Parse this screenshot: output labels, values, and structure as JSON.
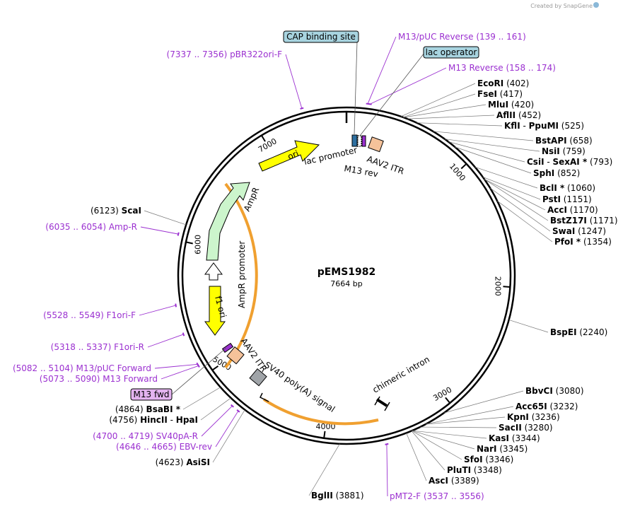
{
  "credit": "Created by SnapGene",
  "plasmid": {
    "name": "pEMS1982",
    "length": "7664 bp",
    "length_bp": 7664
  },
  "ticks": [
    {
      "label": "1000",
      "pos": 1000
    },
    {
      "label": "2000",
      "pos": 2000
    },
    {
      "label": "3000",
      "pos": 3000
    },
    {
      "label": "4000",
      "pos": 4000
    },
    {
      "label": "5000",
      "pos": 5000
    },
    {
      "label": "6000",
      "pos": 6000
    },
    {
      "label": "7000",
      "pos": 7000
    }
  ],
  "enzymes": [
    {
      "name": "EcoRI",
      "pos": 402,
      "coord": "(402)"
    },
    {
      "name": "FseI",
      "pos": 417,
      "coord": "(417)"
    },
    {
      "name": "MluI",
      "pos": 420,
      "coord": "(420)"
    },
    {
      "name": "AflII",
      "pos": 452,
      "coord": "(452)"
    },
    {
      "name": "KflI",
      "extra": "PpuMI",
      "pos": 525,
      "coord": "(525)"
    },
    {
      "name": "BstAPI",
      "pos": 658,
      "coord": "(658)"
    },
    {
      "name": "NsiI",
      "pos": 759,
      "coord": "(759)"
    },
    {
      "name": "CsiI",
      "extra": "SexAI *",
      "pos": 793,
      "coord": "(793)"
    },
    {
      "name": "SphI",
      "pos": 852,
      "coord": "(852)"
    },
    {
      "name": "BclI *",
      "pos": 1060,
      "coord": "(1060)"
    },
    {
      "name": "PstI",
      "pos": 1151,
      "coord": "(1151)"
    },
    {
      "name": "AccI",
      "pos": 1170,
      "coord": "(1170)"
    },
    {
      "name": "BstZ17I",
      "pos": 1171,
      "coord": "(1171)"
    },
    {
      "name": "SwaI",
      "pos": 1247,
      "coord": "(1247)"
    },
    {
      "name": "PfoI *",
      "pos": 1354,
      "coord": "(1354)"
    },
    {
      "name": "BspEI",
      "pos": 2240,
      "coord": "(2240)"
    },
    {
      "name": "BbvCI",
      "pos": 3080,
      "coord": "(3080)"
    },
    {
      "name": "Acc65I",
      "pos": 3232,
      "coord": "(3232)"
    },
    {
      "name": "KpnI",
      "pos": 3236,
      "coord": "(3236)"
    },
    {
      "name": "SacII",
      "pos": 3280,
      "coord": "(3280)"
    },
    {
      "name": "KasI",
      "pos": 3344,
      "coord": "(3344)"
    },
    {
      "name": "NarI",
      "pos": 3345,
      "coord": "(3345)"
    },
    {
      "name": "SfoI",
      "pos": 3346,
      "coord": "(3346)"
    },
    {
      "name": "PluTI",
      "pos": 3348,
      "coord": "(3348)"
    },
    {
      "name": "AscI",
      "pos": 3389,
      "coord": "(3389)"
    },
    {
      "name": "BglII",
      "pos": 3881,
      "coord": "(3881)"
    },
    {
      "name": "AsiSI",
      "pos": 4623,
      "coord": "(4623)"
    },
    {
      "name": "HincII",
      "extra": "HpaI",
      "pos": 4756,
      "coord": "(4756)"
    },
    {
      "name": "BsaBI *",
      "pos": 4864,
      "coord": "(4864)"
    },
    {
      "name": "ScaI",
      "pos": 6123,
      "coord": "(6123)"
    }
  ],
  "primers": [
    {
      "name": "M13/pUC Reverse",
      "range": "(139 .. 161)",
      "pos": 150
    },
    {
      "name": "M13 Reverse",
      "range": "(158 .. 174)",
      "pos": 166
    },
    {
      "name": "pMT2-F",
      "range": "(3537 .. 3556)",
      "pos": 3546
    },
    {
      "name": "EBV-rev",
      "range": "(4646 .. 4665)",
      "pos": 4655
    },
    {
      "name": "SV40pA-R",
      "range": "(4700 .. 4719)",
      "pos": 4710
    },
    {
      "name": "M13 Forward",
      "range": "(5073 .. 5090)",
      "pos": 5081
    },
    {
      "name": "M13/pUC Forward",
      "range": "(5082 .. 5104)",
      "pos": 5093
    },
    {
      "name": "F1ori-R",
      "range": "(5318 .. 5337)",
      "pos": 5327
    },
    {
      "name": "F1ori-F",
      "range": "(5528 .. 5549)",
      "pos": 5538
    },
    {
      "name": "Amp-R",
      "range": "(6035 .. 6054)",
      "pos": 6044
    },
    {
      "name": "pBR322ori-F",
      "range": "(7337 .. 7356)",
      "pos": 7346
    }
  ],
  "boxed_labels": [
    {
      "name": "CAP binding site",
      "color": "#a8d4e0"
    },
    {
      "name": "lac operator",
      "color": "#a8d4e0"
    },
    {
      "name": "M13 fwd",
      "color": "#e3b3f0"
    }
  ],
  "features": [
    {
      "name": "ori",
      "type": "arrow",
      "color": "#ffff00"
    },
    {
      "name": "AmpR",
      "type": "arrow",
      "color": "#ccf5cc"
    },
    {
      "name": "AmpR promoter",
      "type": "arrow",
      "color": "#ffffff"
    },
    {
      "name": "f1 ori",
      "type": "arrow",
      "color": "#ffff00"
    },
    {
      "name": "lac promoter",
      "type": "box",
      "color": "#2e6fa0"
    },
    {
      "name": "M13 rev",
      "type": "box",
      "color": "#9b30d0"
    },
    {
      "name": "AAV2 ITR",
      "type": "box",
      "color": "#f5c29a"
    },
    {
      "name": "AAV2 ITR",
      "type": "box",
      "color": "#f5c29a"
    },
    {
      "name": "SV40 poly(A) signal",
      "type": "box",
      "color": "#a0a4a8"
    },
    {
      "name": "chimeric intron",
      "type": "intron",
      "color": "#000000"
    }
  ],
  "highlight_color": "#f0a030",
  "primer_color": "#9b30d0"
}
